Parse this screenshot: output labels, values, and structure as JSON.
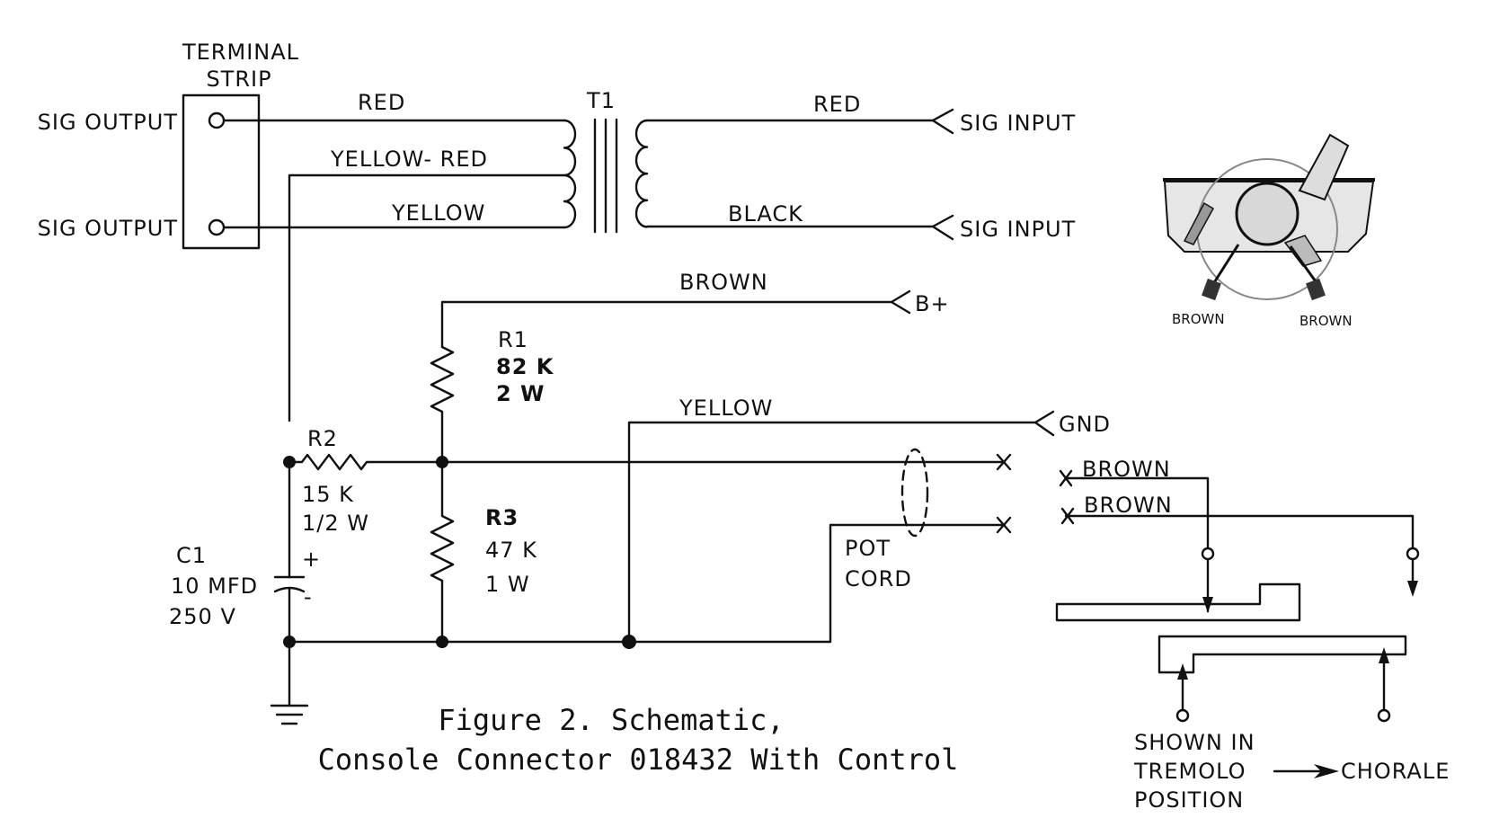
{
  "terminal_strip": {
    "title_line1": "TERMINAL",
    "title_line2": "STRIP",
    "sig_output_1": "SIG OUTPUT",
    "sig_output_2": "SIG OUTPUT"
  },
  "transformer": {
    "label": "T1",
    "primary_top_wire": "RED",
    "center_tap_wire": "YELLOW- RED",
    "primary_bottom_wire": "YELLOW",
    "secondary_top_wire": "RED",
    "secondary_bottom_wire": "BLACK",
    "sig_input_1": "SIG INPUT",
    "sig_input_2": "SIG INPUT"
  },
  "supply": {
    "brown_wire": "BROWN",
    "b_plus": "B+",
    "yellow_wire": "YELLOW",
    "gnd": "GND"
  },
  "r1": {
    "name": "R1",
    "value": "82 K",
    "power": "2 W"
  },
  "r2": {
    "name": "R2",
    "value": "15  K",
    "power": "1/2  W"
  },
  "r3": {
    "name": "R3",
    "value": "47 K",
    "power": "1 W"
  },
  "c1": {
    "name": "C1",
    "value": "10 MFD",
    "voltage": "250 V",
    "plus": "+",
    "minus": "-"
  },
  "pot_cord": {
    "line1": "POT",
    "line2": "CORD"
  },
  "switch_photo": {
    "label_left": "BROWN",
    "label_right": "BROWN"
  },
  "switch_diagram": {
    "brown_top": "BROWN",
    "brown_bottom": "BROWN",
    "shown_in": "SHOWN IN",
    "tremolo": "TREMOLO",
    "chorale": "CHORALE",
    "position": "POSITION"
  },
  "caption": {
    "line1": "Figure 2. Schematic,",
    "line2": "Console Connector 018432 With Control"
  }
}
